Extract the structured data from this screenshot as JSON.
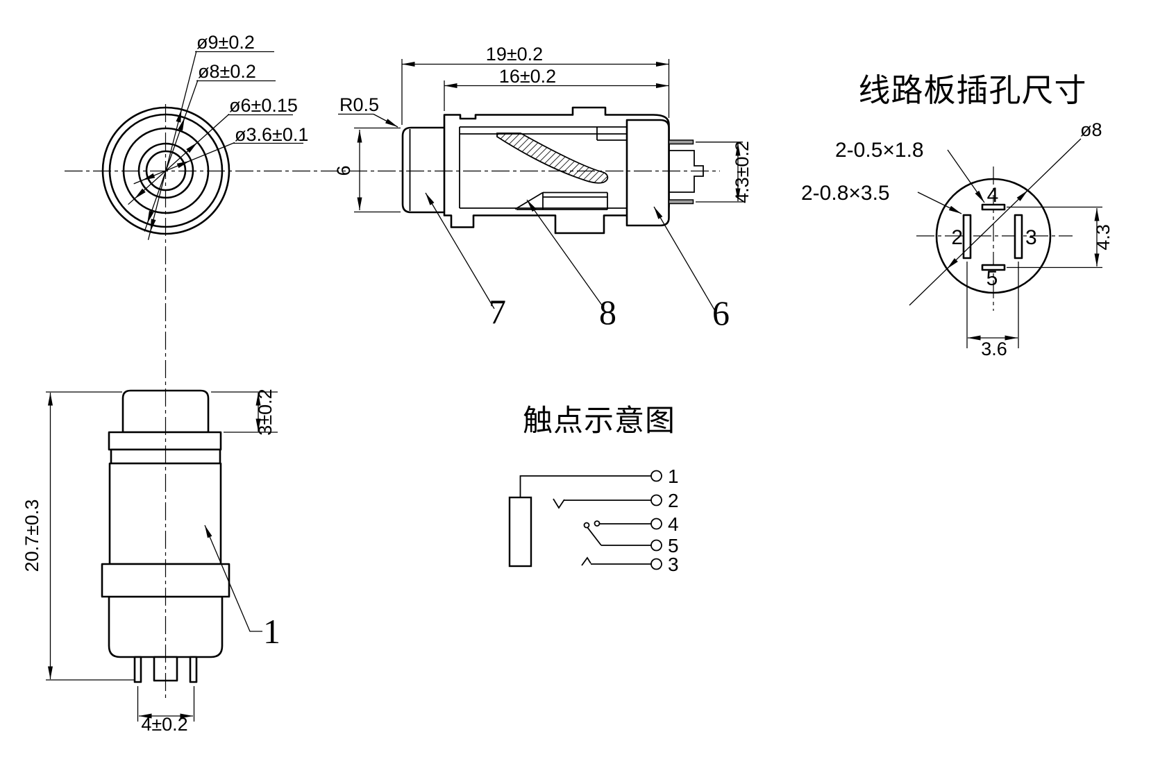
{
  "front_view": {
    "dim_outer": "ø9±0.2",
    "dim_ring": "ø8±0.2",
    "dim_mid": "ø6±0.15",
    "dim_hole": "ø3.6±0.1"
  },
  "side_view": {
    "dim_overall": "19±0.2",
    "dim_body": "16±0.2",
    "dim_radius": "R0.5",
    "dim_height": "6",
    "dim_pin_spacing": "4.3±0.2",
    "balloon_7": "7",
    "balloon_8": "8",
    "balloon_6": "6"
  },
  "pcb_view": {
    "title": "线路板插孔尺寸",
    "dim_slot_small": "2-0.5×1.8",
    "dim_slot_large": "2-0.8×3.5",
    "dim_circle": "ø8",
    "dim_vertical": "4.3",
    "dim_horizontal": "3.6",
    "pin_2": "2",
    "pin_3": "3",
    "pin_4": "4",
    "pin_5": "5"
  },
  "elevation_view": {
    "dim_total_height": "20.7±0.3",
    "dim_cap_height": "3±0.2",
    "dim_pin_span": "4±0.2",
    "balloon_1": "1"
  },
  "schematic": {
    "title": "触点示意图",
    "terminal_1": "1",
    "terminal_2": "2",
    "terminal_4": "4",
    "terminal_5": "5",
    "terminal_3": "3"
  },
  "colors": {
    "line": "#000000",
    "background": "#ffffff",
    "pin_fill": "#9e9e9e"
  }
}
